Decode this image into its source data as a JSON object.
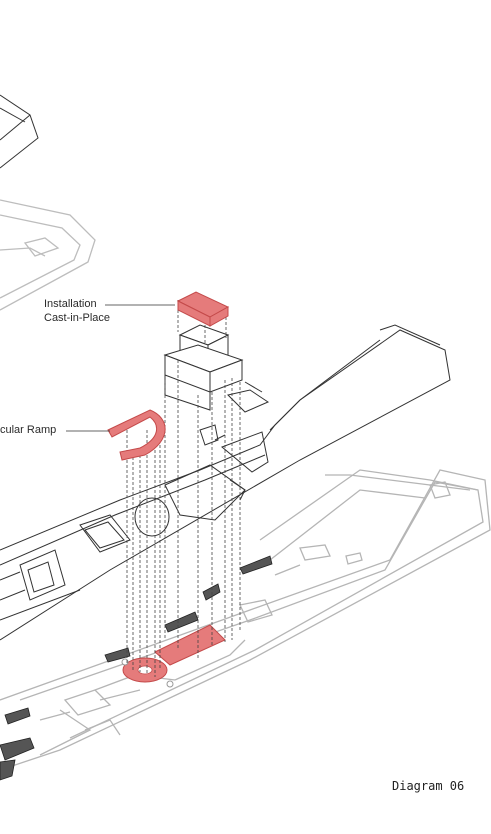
{
  "labels": {
    "installation_line1": "Installation",
    "installation_line2": "Cast-in-Place",
    "ramp": "cular Ramp"
  },
  "caption": "Diagram 06",
  "colors": {
    "highlight_fill": "#e57b7b",
    "highlight_stroke": "#c44a4a",
    "linework": "#3a3a3a",
    "ghost_linework": "#bdbdbd",
    "background": "#ffffff"
  }
}
